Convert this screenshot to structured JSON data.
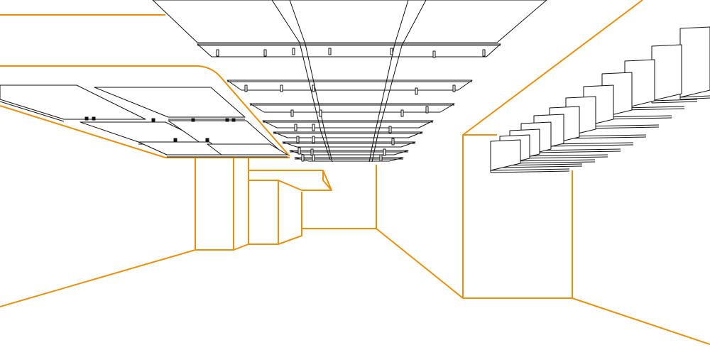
{
  "figure": {
    "colors": {
      "architecture": "#E8900C",
      "ceiling_elements": "#111111",
      "background": "#FFFFFF"
    },
    "elements": [
      "corridor-outline",
      "left-ceiling-soffit",
      "left-acoustic-panels",
      "central-suspended-ceiling-grid",
      "right-baffle-array",
      "right-wall-opening"
    ]
  }
}
